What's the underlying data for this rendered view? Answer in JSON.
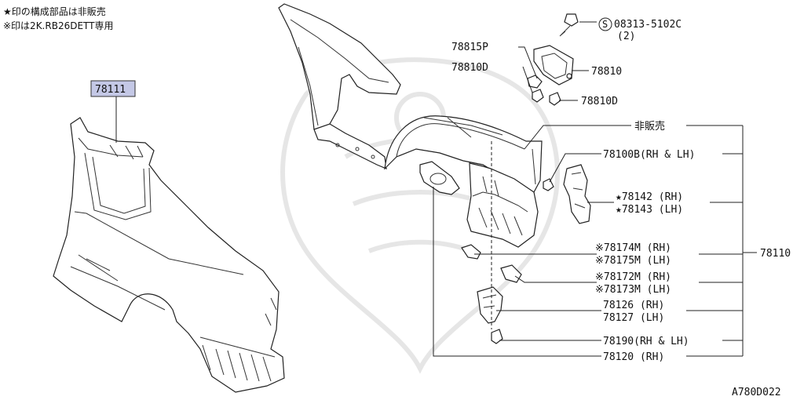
{
  "notes": {
    "line1": "★印の構成部品は非販売",
    "line2": "※印は2K.RB26DETT専用"
  },
  "labels": {
    "assembly_left": "78111",
    "assembly_right": "78110",
    "bolt_symbol": "S",
    "bolt_part": "08313-5102C",
    "bolt_qty": "(2)",
    "p78815p": "78815P",
    "p78810d_a": "78810D",
    "p78810": "78810",
    "p78810d_b": "78810D",
    "not_sold": "非販売",
    "p78100b": "78100B(RH & LH)",
    "p78142": "★78142 (RH)",
    "p78143": "★78143 (LH)",
    "p78174m": "※78174M (RH)",
    "p78175m": "※78175M (LH)",
    "p78172m": "※78172M (RH)",
    "p78173m": "※78173M (LH)",
    "p78126": "78126 (RH)",
    "p78127": "78127 (LH)",
    "p78190": "78190(RH & LH)",
    "p78120": "78120 (RH)",
    "diagram_code": "A780D022"
  },
  "colors": {
    "highlight_box": "#c4c8e6",
    "line": "#222222",
    "watermark": "#e6e6e6"
  }
}
